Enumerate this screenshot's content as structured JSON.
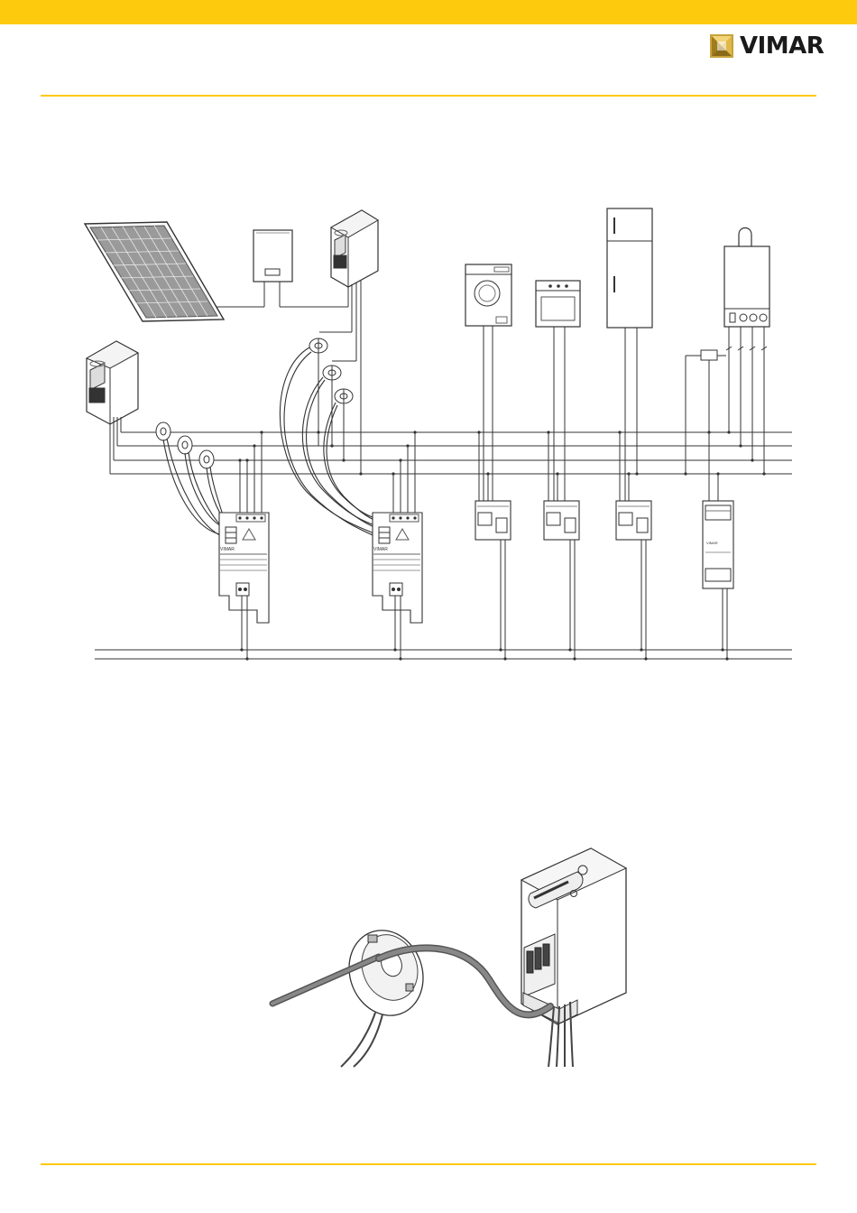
{
  "brand": {
    "name": "VIMAR",
    "accent_color": "#FDCA0E",
    "text_color": "#1A1A1A"
  },
  "labels": {
    "device_brand": "VIMAR",
    "power_supply_brand": "VIMAR"
  }
}
